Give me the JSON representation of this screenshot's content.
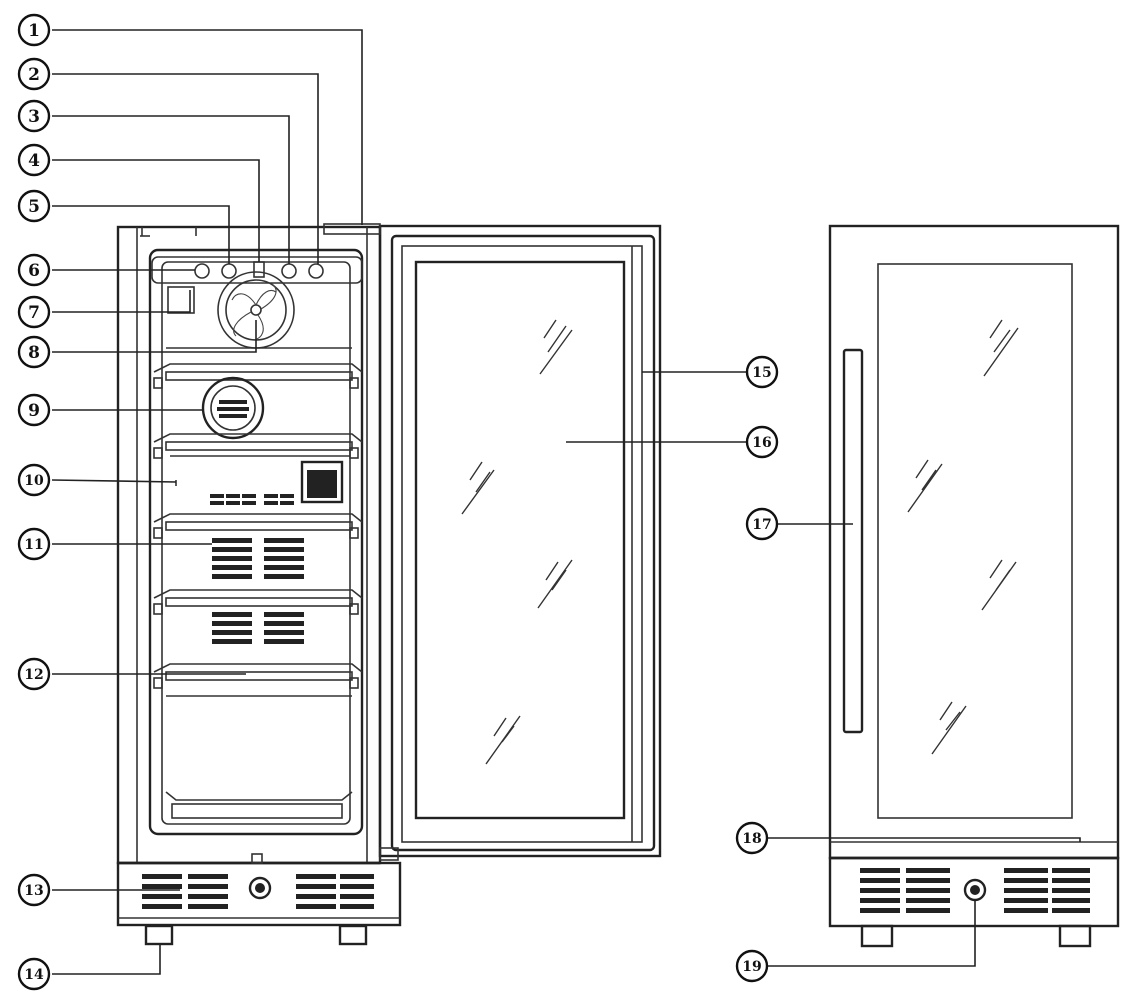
{
  "callouts": [
    {
      "number": "1",
      "part": "top-hinge"
    },
    {
      "number": "2",
      "part": "control-button-right"
    },
    {
      "number": "3",
      "part": "control-button-right-inner"
    },
    {
      "number": "4",
      "part": "display-panel"
    },
    {
      "number": "5",
      "part": "control-button-left"
    },
    {
      "number": "6",
      "part": "control-panel"
    },
    {
      "number": "7",
      "part": "interior-light"
    },
    {
      "number": "8",
      "part": "fan"
    },
    {
      "number": "9",
      "part": "shelf-fan-grille"
    },
    {
      "number": "10",
      "part": "shelf-with-box"
    },
    {
      "number": "11",
      "part": "shelf-vent"
    },
    {
      "number": "12",
      "part": "wire-shelf"
    },
    {
      "number": "13",
      "part": "bottom-vent-grille"
    },
    {
      "number": "14",
      "part": "leveling-leg"
    },
    {
      "number": "15",
      "part": "door-frame"
    },
    {
      "number": "16",
      "part": "glass-panel"
    },
    {
      "number": "17",
      "part": "door-handle"
    },
    {
      "number": "18",
      "part": "door-bottom-edge"
    },
    {
      "number": "19",
      "part": "lock"
    }
  ]
}
